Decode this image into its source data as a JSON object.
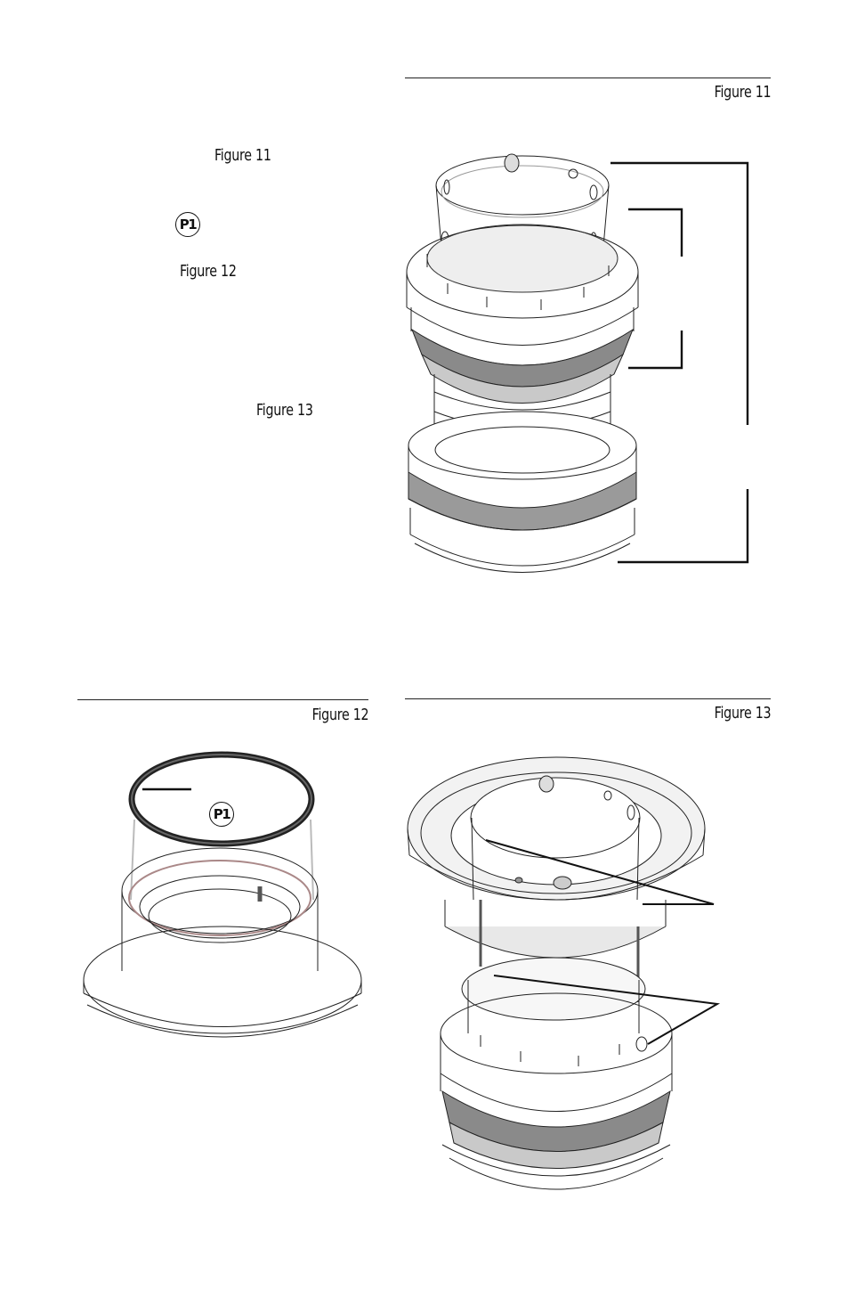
{
  "left_column": {
    "ref_figure11": "Figure 11",
    "ref_p1": "P1",
    "ref_figure12": "Figure 12",
    "ref_figure13": "Figure 13"
  },
  "figure11": {
    "caption": "Figure 11"
  },
  "figure12": {
    "caption": "Figure 12",
    "callout": "P1"
  },
  "figure13": {
    "caption": "Figure 13"
  }
}
